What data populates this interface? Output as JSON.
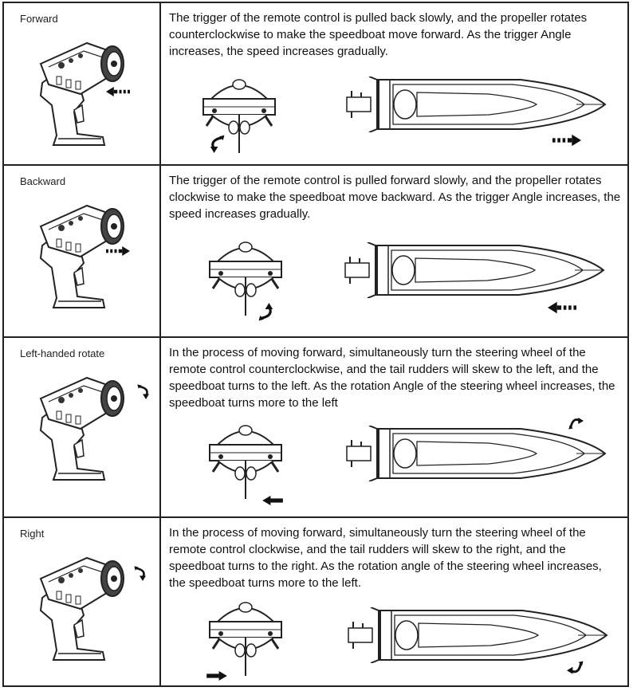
{
  "rows": [
    {
      "label": "Forward",
      "description": "The trigger of the remote control is pulled back slowly, and the propeller rotates counterclockwise to make the speedboat move forward. As the trigger Angle increases, the speed increases gradually."
    },
    {
      "label": "Backward",
      "description": "The trigger of the remote control is pulled forward slowly, and the propeller rotates clockwise to make the speedboat move backward. As the trigger Angle increases, the speed increases gradually."
    },
    {
      "label": "Left-handed rotate",
      "description": "In the process of moving forward, simultaneously turn the steering wheel of the remote control counterclockwise, and the tail rudders will skew to the left, and the speedboat turns to the left. As the rotation Angle of the steering wheel increases, the speedboat turns more to the left"
    },
    {
      "label": "Right",
      "description": "In the process of moving forward, simultaneously turn the steering wheel of the remote control clockwise, and the tail rudders will skew to the right, and the speedboat turns to the right. As the rotation angle of the steering wheel increases, the speedboat turns more to the left."
    }
  ],
  "icons": {
    "remote": "remote-control-icon",
    "stern": "boat-stern-icon",
    "boat": "speedboat-top-view-icon",
    "arrow": "direction-arrow-icon",
    "rotate": "rotation-arrow-icon"
  }
}
